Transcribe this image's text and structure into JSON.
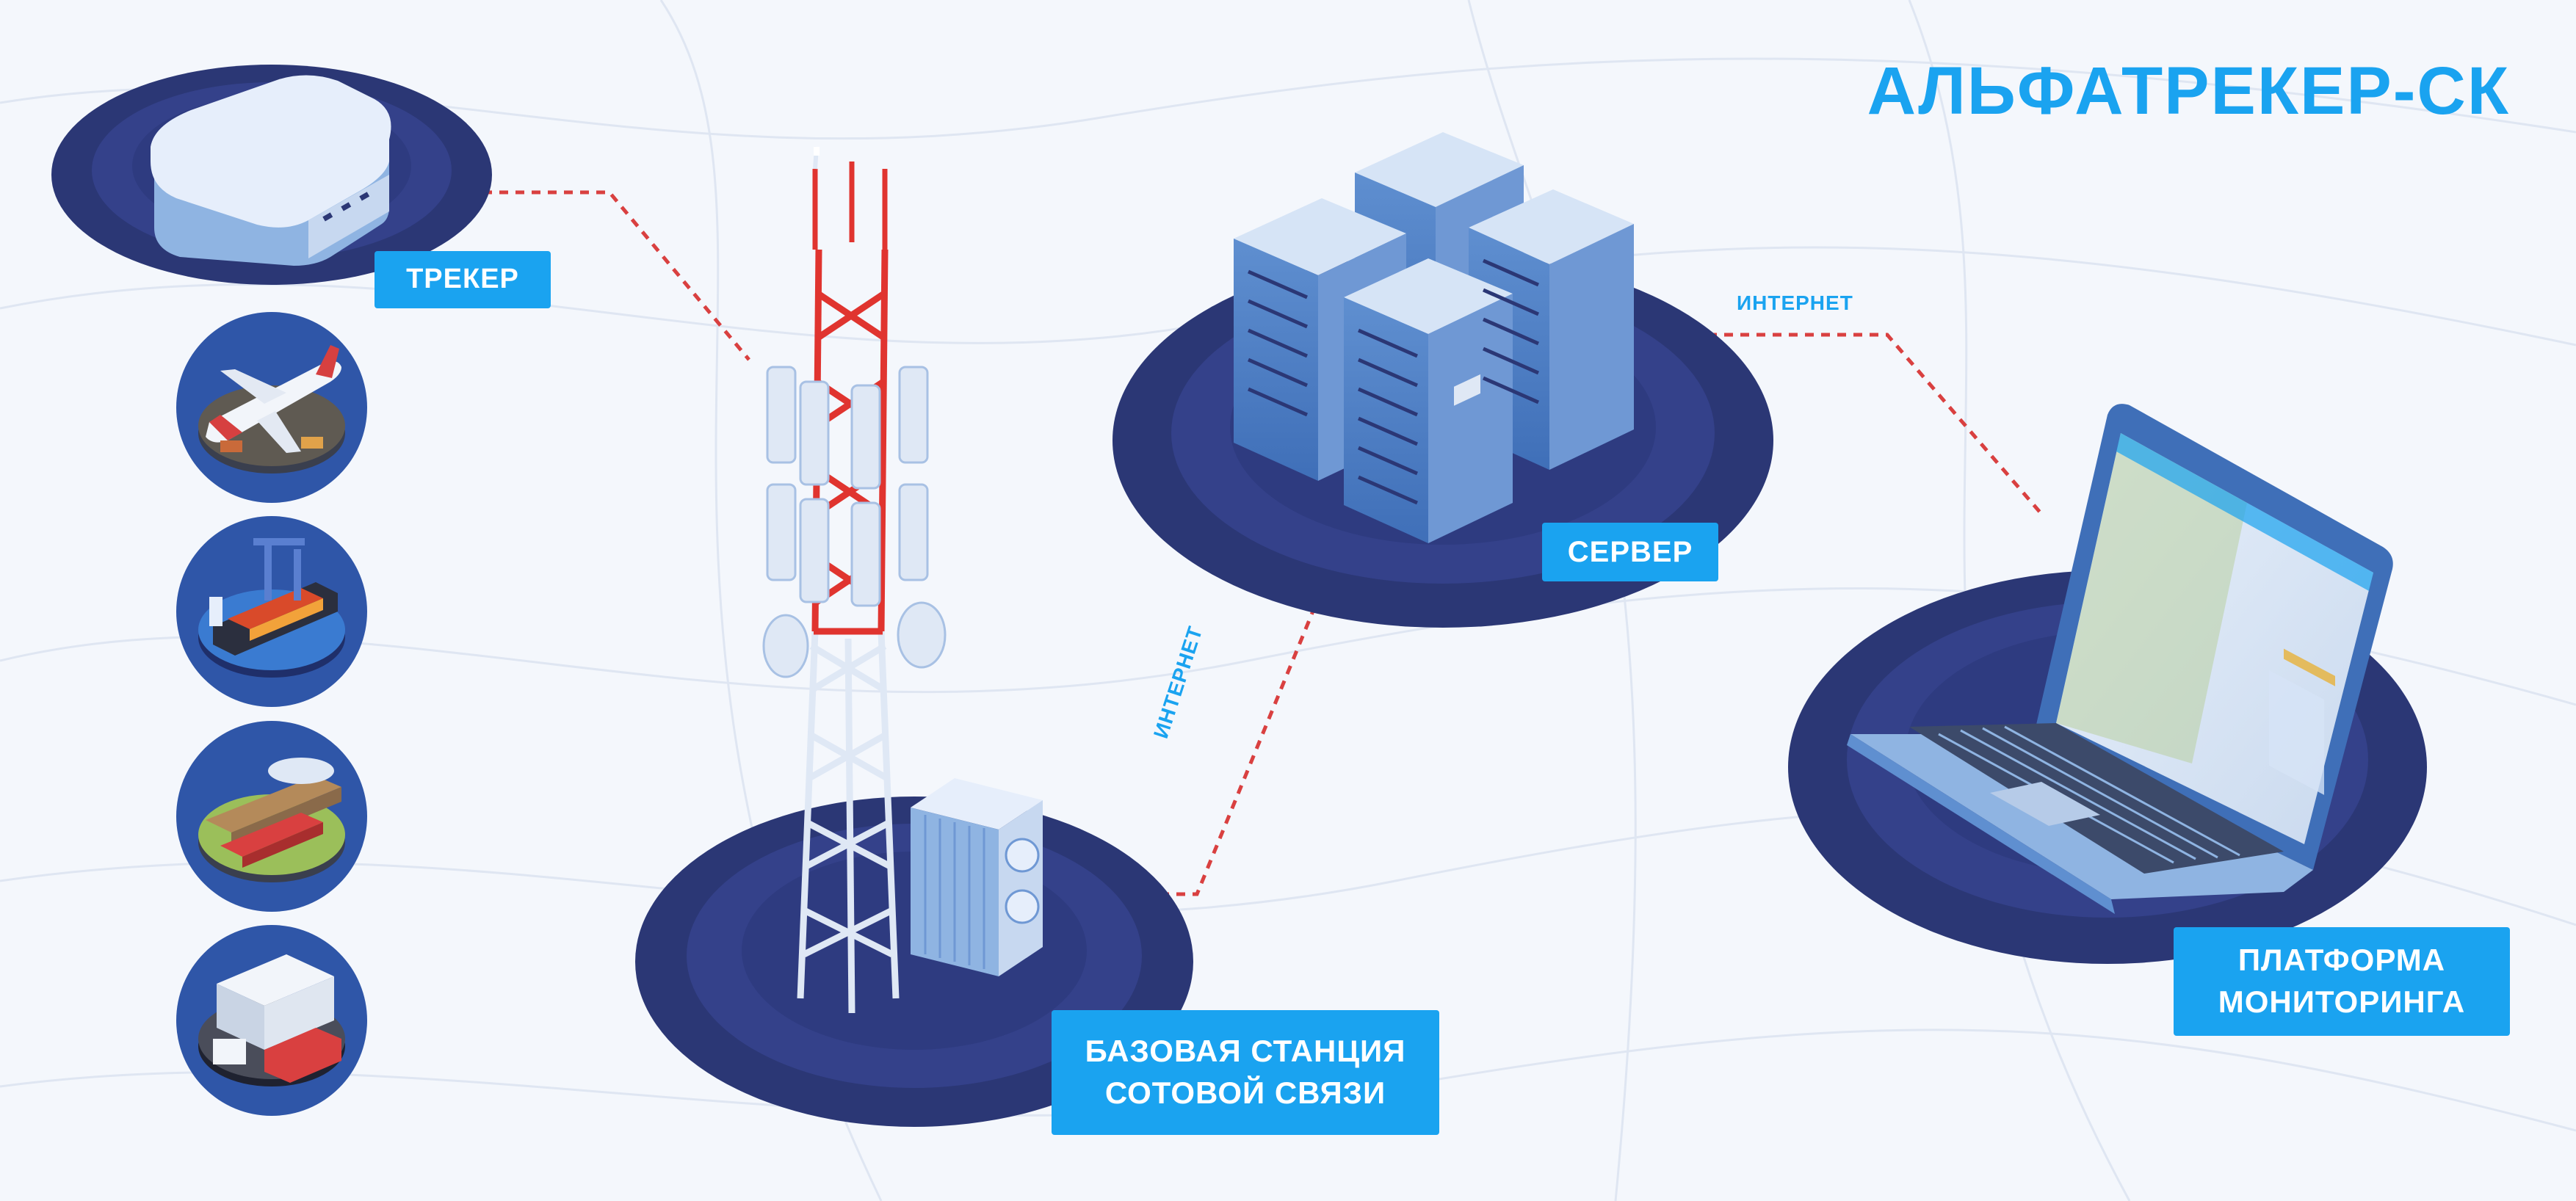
{
  "brand": {
    "title": "АЛЬФАТРЕКЕР-СК"
  },
  "nodes": {
    "tracker": {
      "label": "ТРЕКЕР"
    },
    "base_station": {
      "label": "БАЗОВАЯ СТАНЦИЯ\nСОТОВОЙ СВЯЗИ"
    },
    "server": {
      "label": "СЕРВЕР"
    },
    "platform": {
      "label": "ПЛАТФОРМА\nМОНИТОРИНГА"
    }
  },
  "links": {
    "tower_to_server": {
      "label": "ИНТЕРНЕТ"
    },
    "server_to_platform": {
      "label": "ИНТЕРНЕТ"
    }
  },
  "vehicles": [
    {
      "icon": "airplane-icon"
    },
    {
      "icon": "cargo-ship-icon"
    },
    {
      "icon": "freight-train-icon"
    },
    {
      "icon": "truck-icon"
    }
  ],
  "colors": {
    "accent": "#1aa3f0",
    "platform_dark": "#2b3775",
    "platform_mid": "#34418a",
    "dashed_link": "#d94040",
    "tower_red": "#e0342f",
    "tower_white": "#dfe8f5"
  }
}
